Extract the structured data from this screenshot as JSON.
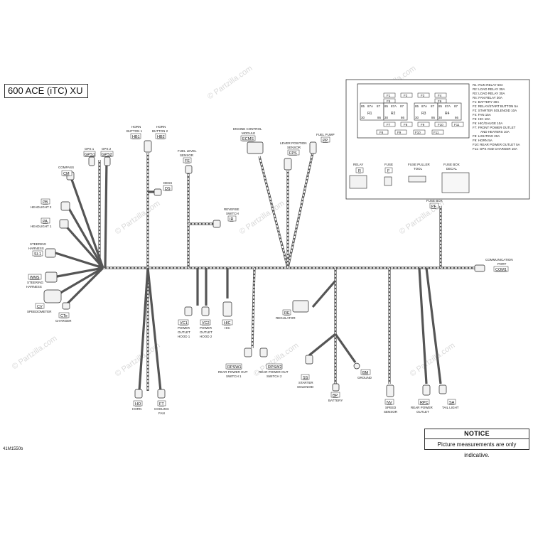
{
  "title": "600 ACE (iTC) XU",
  "reference_code": "41M1550b",
  "watermark": "© Partzilla.com",
  "notice": {
    "heading": "NOTICE",
    "text": "Picture measurements are only indicative."
  },
  "fuse_box": {
    "relays": [
      {
        "code": "R1",
        "pins": [
          "85",
          "87A",
          "87",
          "30",
          "86"
        ]
      },
      {
        "code": "R2",
        "pins": [
          "85",
          "87A",
          "87",
          "30",
          "86"
        ]
      },
      {
        "code": "R3",
        "pins": [
          "85",
          "87A",
          "87",
          "30",
          "86"
        ]
      },
      {
        "code": "R4",
        "pins": [
          "85",
          "87A",
          "87",
          "30",
          "86"
        ]
      }
    ],
    "fuse_slots_top": [
      "F1",
      "F2",
      "F3",
      "F4",
      "F5",
      "F6"
    ],
    "fuse_slots_mid": [
      "F7",
      "F8",
      "F9",
      "F10",
      "F11"
    ],
    "fuse_slots_bottom": [
      "F8",
      "F9",
      "F10",
      "F11"
    ],
    "legend": [
      "R1: RUN RELAY 50A",
      "R2: LOAD RELAY 30A",
      "R3: LOAD RELAY 30A",
      "R4: FAN RELAY 30A",
      "F1: BATTERY 30A",
      "F2: RELAY/START BUTTON 5A",
      "F3: STARTER SOLENOID 10A",
      "F4: FAN 15A",
      "F5: HIC 10A",
      "F6: HIC/GAUGE 10A",
      "F7: FRONT POWER OUTLET",
      "AND HEATERS 10A",
      "F8: LIGHTING 20A",
      "F9: HORN 5A",
      "F10: REAR POWER OUTLET 5A",
      "F11: GPS AND CHARGER 10A"
    ],
    "parts": [
      {
        "name": "RELAY",
        "code": "R"
      },
      {
        "name": "FUSE",
        "code": "F"
      },
      {
        "name": "FUSE PULLER",
        "name2": "TOOL",
        "code": ""
      },
      {
        "name": "FUSE BOX",
        "name2": "DECAL",
        "code": ""
      }
    ],
    "fuse_box_label": "FUSE BOX",
    "fuse_box_code": "PF"
  },
  "connectors": {
    "compass": {
      "name": "COMPASS",
      "code": "CM"
    },
    "gps1": {
      "name": "GPS 1",
      "code": "GPS1"
    },
    "gps2": {
      "name": "GPS 2",
      "code": "GPS2"
    },
    "horn_button1": {
      "name": "HORN",
      "name2": "BUTTON 1",
      "code": "HB1"
    },
    "horn_button2": {
      "name": "HORN",
      "name2": "BUTTON 2",
      "code": "HB2"
    },
    "fuel_level": {
      "name": "FUEL LEVEL",
      "name2": "SENSOR",
      "code": "FE"
    },
    "dess": {
      "name": "DESS",
      "code": "DS"
    },
    "ecm": {
      "name": "ENGINE CONTROL",
      "name2": "MODULE",
      "code": "ECMS"
    },
    "lever_position": {
      "name": "LEVER POSITION",
      "name2": "SENSOR",
      "code": "FPS"
    },
    "fuel_pump": {
      "name": "FUEL PUMP",
      "code": "PP"
    },
    "reverse_switch": {
      "name": "REVERSE",
      "name2": "SWITCH",
      "code": "IR"
    },
    "headlight2": {
      "name": "HEADLIGHT 2",
      "code": "PB"
    },
    "headlight1": {
      "name": "HEADLIGHT 1",
      "code": "PA"
    },
    "steering_harness1": {
      "name": "STEERING",
      "name2": "HARNESS",
      "code": "SI-1"
    },
    "steering_harness2": {
      "name": "STEERING",
      "name2": "HARNESS",
      "code": "WMS"
    },
    "speedometer": {
      "name": "SPEEDOMETER",
      "code": "CV"
    },
    "charger": {
      "name": "CHARGER",
      "code": "CTe"
    },
    "power_outlet1": {
      "name": "POWER",
      "name2": "OUTLET",
      "name3": "HOOD 1",
      "code": "VC1"
    },
    "power_outlet2": {
      "name": "POWER",
      "name2": "OUTLET",
      "name3": "HOOD 2",
      "code": "VC2"
    },
    "hic": {
      "name": "HIC",
      "code": "HIC"
    },
    "regulator": {
      "name": "REGULATOR",
      "code": "RE"
    },
    "rear_switch1": {
      "name": "REAR POWER OUT",
      "name2": "SWITCH 1",
      "code": "RPSW1"
    },
    "rear_switch2": {
      "name": "REAR POWER OUT",
      "name2": "SWITCH 2",
      "code": "RPSW2"
    },
    "starter_solenoid": {
      "name": "STARTER",
      "name2": "SOLENOID",
      "code": "SS"
    },
    "ground": {
      "name": "GROUND",
      "code": "BM"
    },
    "battery": {
      "name": "BATTERY",
      "code": "BP"
    },
    "horn": {
      "name": "HORN",
      "code": "HO"
    },
    "cooling_fan": {
      "name": "COOLING",
      "name2": "FAN",
      "code": "FT"
    },
    "speed_sensor": {
      "name": "SPEED",
      "name2": "SENSOR",
      "code": "NV"
    },
    "rear_outlet": {
      "name": "REAR POWER",
      "name2": "OUTLET",
      "code": "RPC"
    },
    "tail_light": {
      "name": "TAIL LIGHT",
      "code": "SA"
    },
    "comm_port": {
      "name": "COMMUNICATION",
      "name2": "PORT",
      "code": "COM1"
    }
  }
}
